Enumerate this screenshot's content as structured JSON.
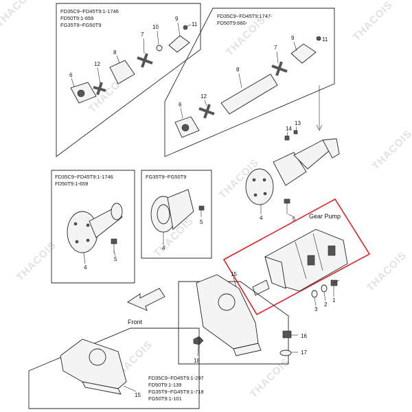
{
  "watermark": "THACOIS",
  "panels": {
    "top_left": [
      "FD35C9~FD45T9:1-1746",
      "FD50T9:1-659",
      "FG35T9~FG50T9"
    ],
    "top_right": [
      "FD35C9~FD45T9:1747-",
      "FD50T9:660-"
    ],
    "mid_left": [
      "FD35C9~FD45T9:1-1746",
      "FD50T9:1-659"
    ],
    "mid_center": [
      "FG35T9~FG50T9"
    ],
    "bottom": [
      "FD35C9~FD45T9:1-297",
      "FD50T9:1-139",
      "FG35T9~FG45T9:1-718",
      "FG50T9:1-101"
    ]
  },
  "labels": {
    "gear_pump": "Gear Pump",
    "front": "Front"
  },
  "callouts": {
    "tl": [
      "6",
      "12",
      "8",
      "7",
      "10",
      "9",
      "11"
    ],
    "tr": [
      "6",
      "12",
      "8",
      "7",
      "9",
      "11"
    ],
    "mid": [
      "14",
      "13",
      "4",
      "5"
    ],
    "ml": [
      "4",
      "5"
    ],
    "mc": [
      "5",
      "4"
    ],
    "pump": [
      "3",
      "2",
      "1",
      "15"
    ],
    "lower": [
      "16",
      "17",
      "18",
      "15"
    ]
  },
  "colors": {
    "highlight": "#e02020",
    "line": "#222222"
  }
}
